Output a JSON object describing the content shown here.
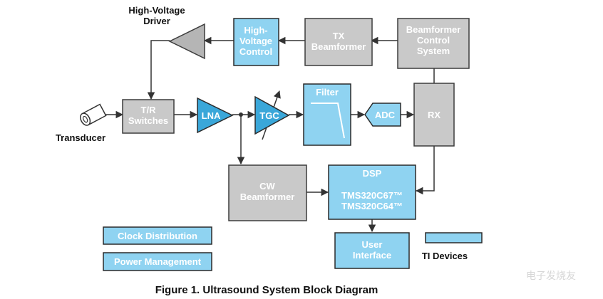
{
  "blocks": {
    "hv_driver": "High-Voltage\nDriver",
    "hv_control": "High-\nVoltage\nControl",
    "tx_beamformer": "TX\nBeamformer",
    "bf_control": "Beamformer\nControl\nSystem",
    "transducer": "Transducer",
    "tr_switches": "T/R\nSwitches",
    "lna": "LNA",
    "tgc": "TGC",
    "filter": "Filter",
    "adc": "ADC",
    "rx": "RX",
    "cw_beamformer": "CW\nBeamformer",
    "dsp": "DSP",
    "dsp_chips": "TMS320C67™\nTMS320C64™",
    "clock": "Clock Distribution",
    "power": "Power Management",
    "user_if": "User\nInterface"
  },
  "legend": {
    "ti_devices": "TI Devices"
  },
  "caption": "Figure 1. Ultrasound System Block Diagram",
  "watermark": "电子发烧友",
  "colors": {
    "ti_blue": "#8fd3f1",
    "amp_blue": "#3aa7d9",
    "gray": "#c9c9c9"
  }
}
